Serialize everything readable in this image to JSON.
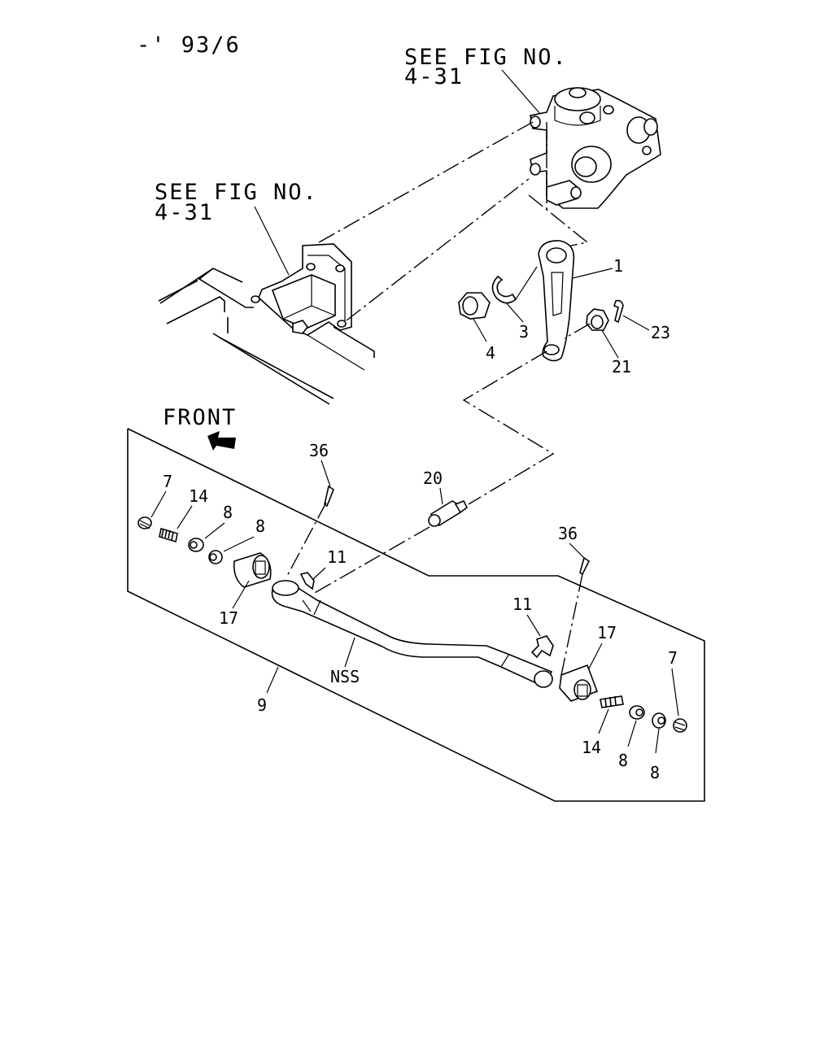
{
  "diagram": {
    "date_code": "-' 93/6",
    "front_label": "FRONT",
    "see_fig_top": {
      "line1": "SEE FIG NO.",
      "line2": "4-31"
    },
    "see_fig_left": {
      "line1": "SEE FIG NO.",
      "line2": "4-31"
    },
    "part_numbers": {
      "p1": "1",
      "p3": "3",
      "p4": "4",
      "p21": "21",
      "p23": "23",
      "p36_left": "36",
      "p36_right": "36",
      "p20": "20",
      "p7_left": "7",
      "p14_left": "14",
      "p8_left_a": "8",
      "p8_left_b": "8",
      "p17_left": "17",
      "p11_left": "11",
      "p9": "9",
      "nss": "NSS",
      "p11_right": "11",
      "p17_right": "17",
      "p7_right": "7",
      "p14_right": "14",
      "p8_right_a": "8",
      "p8_right_b": "8"
    },
    "icons": {
      "front_arrow": "arrow-left-icon"
    }
  }
}
